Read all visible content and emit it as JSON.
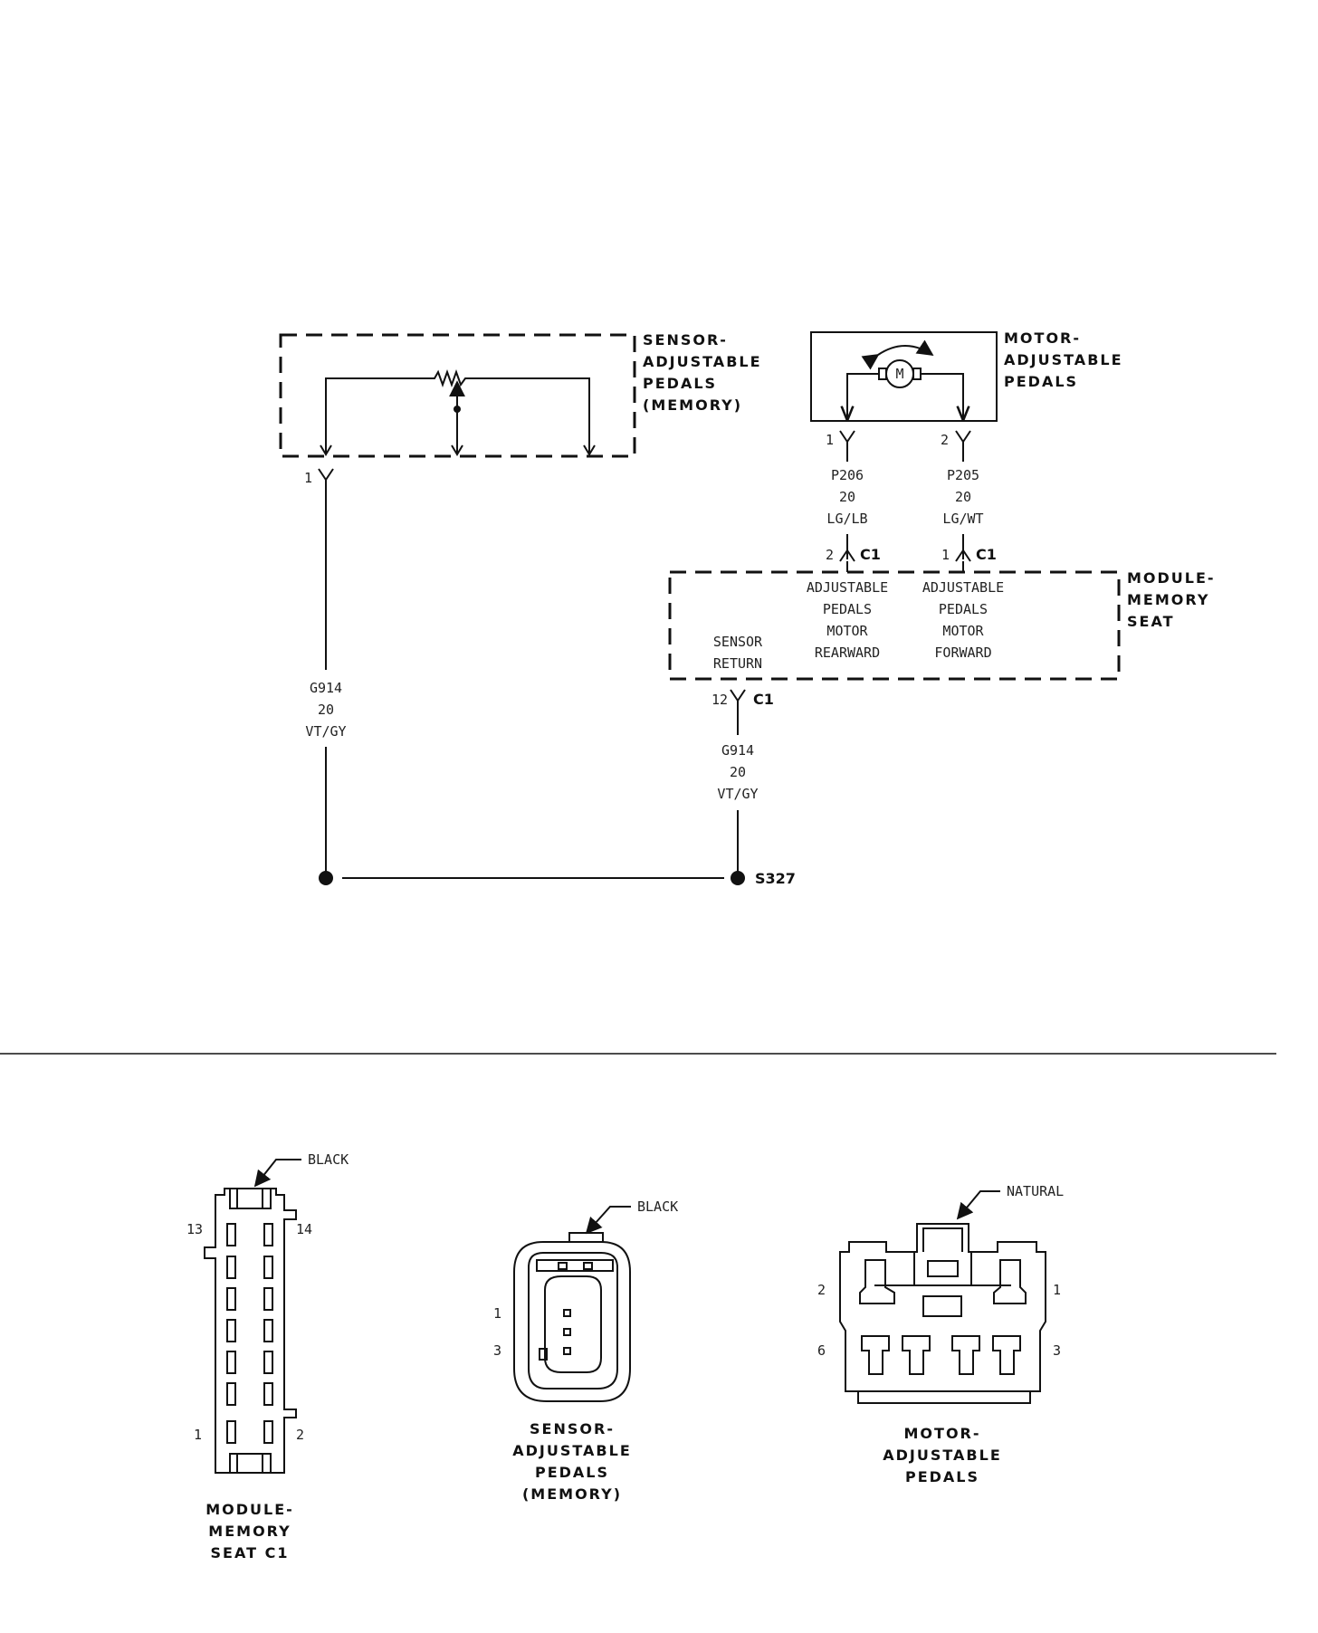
{
  "sensor": {
    "title": [
      "SENSOR-",
      "ADJUSTABLE",
      "PEDALS",
      "(MEMORY)"
    ],
    "pin": "1"
  },
  "motor": {
    "title": [
      "MOTOR-",
      "ADJUSTABLE",
      "PEDALS"
    ],
    "symbol": "M",
    "pin_left": "1",
    "pin_right": "2"
  },
  "wire_p206": {
    "circuit": "P206",
    "gauge": "20",
    "color": "LG/LB",
    "cav": "2",
    "conn": "C1"
  },
  "wire_p205": {
    "circuit": "P205",
    "gauge": "20",
    "color": "LG/WT",
    "cav": "1",
    "conn": "C1"
  },
  "module": {
    "title": [
      "MODULE-",
      "MEMORY",
      "SEAT"
    ],
    "rearward": [
      "ADJUSTABLE",
      "PEDALS",
      "MOTOR",
      "REARWARD"
    ],
    "forward": [
      "ADJUSTABLE",
      "PEDALS",
      "MOTOR",
      "FORWARD"
    ],
    "sensor_return": [
      "SENSOR",
      "RETURN"
    ],
    "return_cav": "12",
    "return_conn": "C1"
  },
  "wire_g914_left": {
    "circuit": "G914",
    "gauge": "20",
    "color": "VT/GY"
  },
  "wire_g914_right": {
    "circuit": "G914",
    "gauge": "20",
    "color": "VT/GY"
  },
  "splice": "S327",
  "connector_views": {
    "module_c1": {
      "color": "BLACK",
      "pin_13": "13",
      "pin_14": "14",
      "pin_1": "1",
      "pin_2": "2",
      "title": [
        "MODULE-",
        "MEMORY",
        "SEAT C1"
      ]
    },
    "sensor": {
      "color": "BLACK",
      "pin_1": "1",
      "pin_3": "3",
      "title": [
        "SENSOR-",
        "ADJUSTABLE",
        "PEDALS",
        "(MEMORY)"
      ]
    },
    "motor": {
      "color": "NATURAL",
      "pin_2": "2",
      "pin_1": "1",
      "pin_6": "6",
      "pin_3": "3",
      "title": [
        "MOTOR-",
        "ADJUSTABLE",
        "PEDALS"
      ]
    }
  }
}
